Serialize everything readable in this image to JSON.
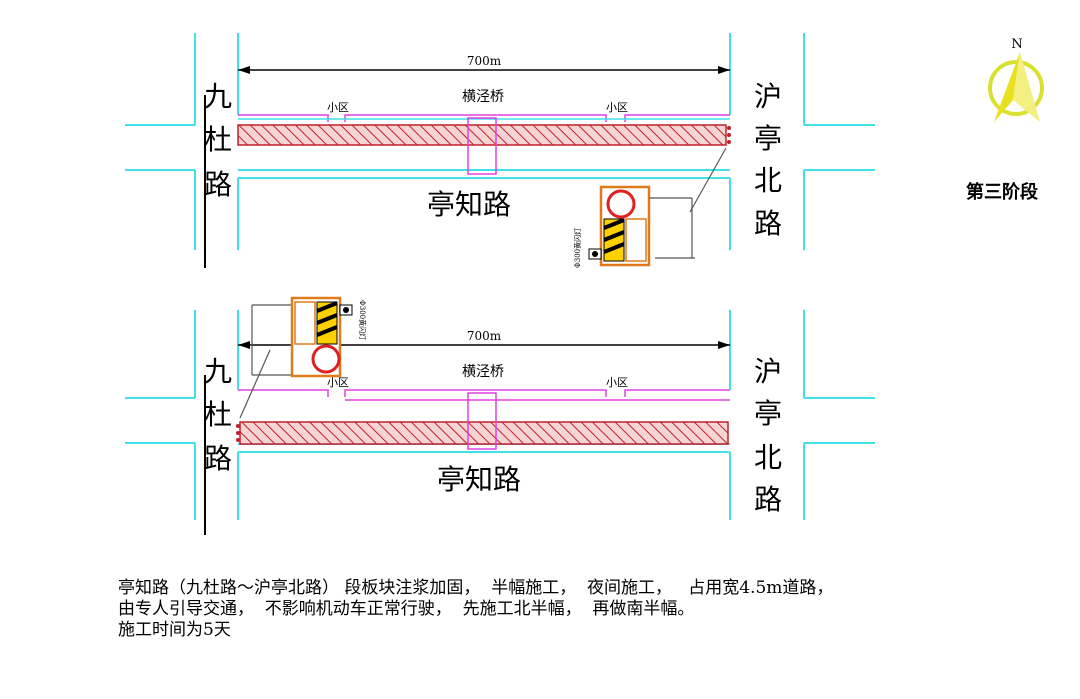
{
  "stage_title": "第三阶段",
  "compass_label": "N",
  "road_left": [
    "九",
    "杜",
    "路"
  ],
  "road_right": [
    "沪",
    "亭",
    "北",
    "路"
  ],
  "main_road": "亭知路",
  "distance": "700m",
  "bridge": "横泾桥",
  "community": "小区",
  "sign_notes": [
    "Φ300黄闪灯",
    "Φ300黄闪灯"
  ],
  "description": [
    "亭知路（九杜路～沪亭北路） 段板块注浆加固，  半幅施工，  夜间施工，   占用宽4.5m道路，",
    "由专人引导交通，  不影响机动车正常行驶，  先施工北半幅，  再做南半幅。",
    "施工时间为5天"
  ],
  "colors": {
    "road_edge": "#3fe0e6",
    "lane_line": "#e040e0",
    "work_zone": "#c0202a",
    "sign_frame": "#e07a1a",
    "compass": "#e8e020"
  }
}
